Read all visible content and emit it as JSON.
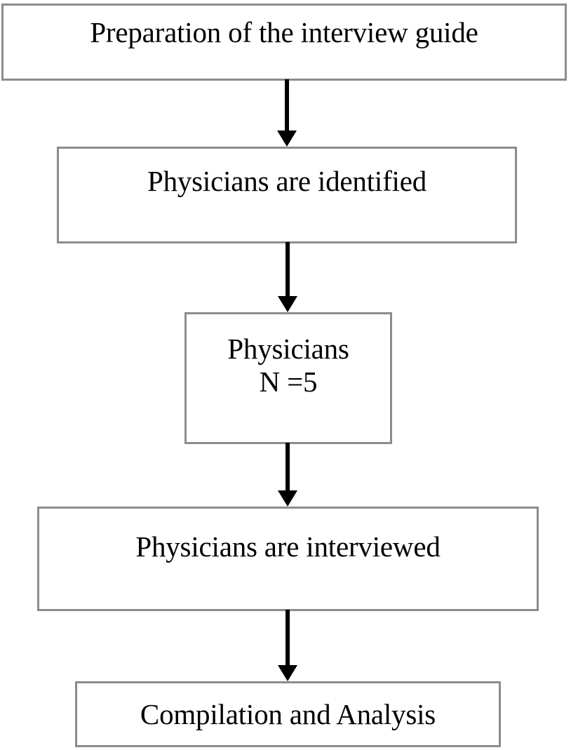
{
  "diagram": {
    "title": "Interview study process flowchart",
    "orientation": "top-to-bottom",
    "background_color": "#ffffff",
    "box_border_color": "#8c8c8c",
    "box_fill_color": "#ffffff",
    "text_color": "#000000",
    "arrow_color": "#000000",
    "nodes": [
      {
        "id": "prep",
        "label": "Preparation of the interview guide"
      },
      {
        "id": "identified",
        "label": "Physicians are identified"
      },
      {
        "id": "count",
        "label": "Physicians\nN =5"
      },
      {
        "id": "interviewed",
        "label": "Physicians are interviewed"
      },
      {
        "id": "analysis",
        "label": "Compilation and Analysis"
      }
    ],
    "connectors": [
      {
        "id": "arrow-1",
        "from": "prep",
        "to": "identified",
        "glyph": "down-arrow"
      },
      {
        "id": "arrow-2",
        "from": "identified",
        "to": "count",
        "glyph": "down-arrow"
      },
      {
        "id": "arrow-3",
        "from": "count",
        "to": "interviewed",
        "glyph": "down-arrow"
      },
      {
        "id": "arrow-4",
        "from": "interviewed",
        "to": "analysis",
        "glyph": "down-arrow"
      }
    ]
  }
}
